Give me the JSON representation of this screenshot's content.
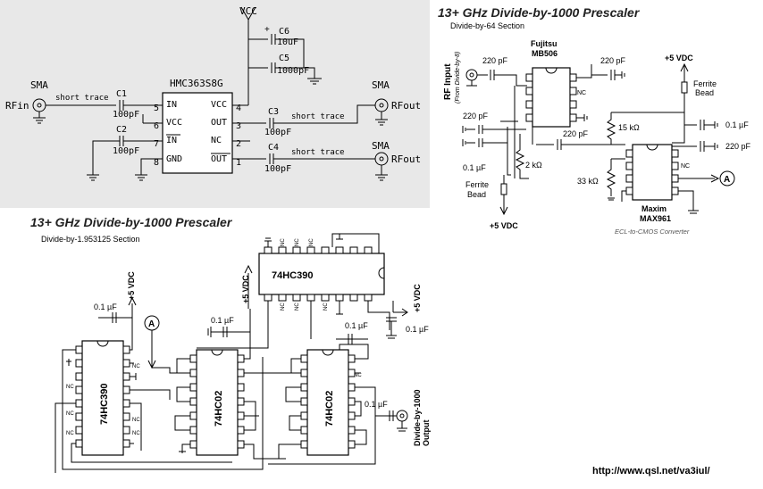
{
  "top_left": {
    "vcc": "VCC",
    "chip": "HMC363S8G",
    "pins_left": [
      "IN",
      "VCC",
      "IN",
      "GND"
    ],
    "pins_right": [
      "VCC",
      "OUT",
      "NC",
      "OUT"
    ],
    "pin_nums_left": [
      "5",
      "6",
      "7",
      "8"
    ],
    "pin_nums_right": [
      "4",
      "3",
      "2",
      "1"
    ],
    "c1": "C1",
    "c1v": "100pF",
    "c2": "C2",
    "c2v": "100pF",
    "c3": "C3",
    "c3v": "100pF",
    "c4": "C4",
    "c4v": "100pF",
    "c5": "C5",
    "c5v": "1000pF",
    "c6": "C6",
    "c6v": "10uF",
    "plus": "+",
    "sma": "SMA",
    "rfin": "RFin",
    "rfout": "RFout",
    "short_trace": "short trace"
  },
  "top_right": {
    "title": "13+ GHz Divide-by-1000 Prescaler",
    "subtitle": "Divide-by-64 Section",
    "rf_input": "RF Input",
    "rf_input_note": "(From Divide-by-8)",
    "fujitsu": "Fujitsu",
    "mb506": "MB506",
    "vdc5_top": "+5 VDC",
    "ferrite": "Ferrite",
    "bead": "Bead",
    "c220a": "220 pF",
    "c220b": "220 pF",
    "c220c": "220 pF",
    "c220d": "220 pF",
    "c220e": "220 pF",
    "c01a": "0.1 µF",
    "c01b": "0.1 µF",
    "r15k": "15 kΩ",
    "r2k": "2 kΩ",
    "r33k": "33 kΩ",
    "nc": "NC",
    "vdc5_bottom": "+5 VDC",
    "maxim": "Maxim",
    "max961": "MAX961",
    "ecl_note": "ECL-to-CMOS Converter",
    "node_a": "A"
  },
  "bottom": {
    "title": "13+ GHz Divide-by-1000 Prescaler",
    "subtitle": "Divide-by-1.953125 Section",
    "chip_390_top": "74HC390",
    "chip_390_left": "74HC390",
    "chip_02a": "74HC02",
    "chip_02b": "74HC02",
    "vdc": "+5 VDC",
    "cap": "0.1 µF",
    "nc": "NC",
    "node_a": "A",
    "out1": "Divide-by-1000",
    "out2": "Output",
    "url": "http://www.qsl.net/va3iul/"
  }
}
